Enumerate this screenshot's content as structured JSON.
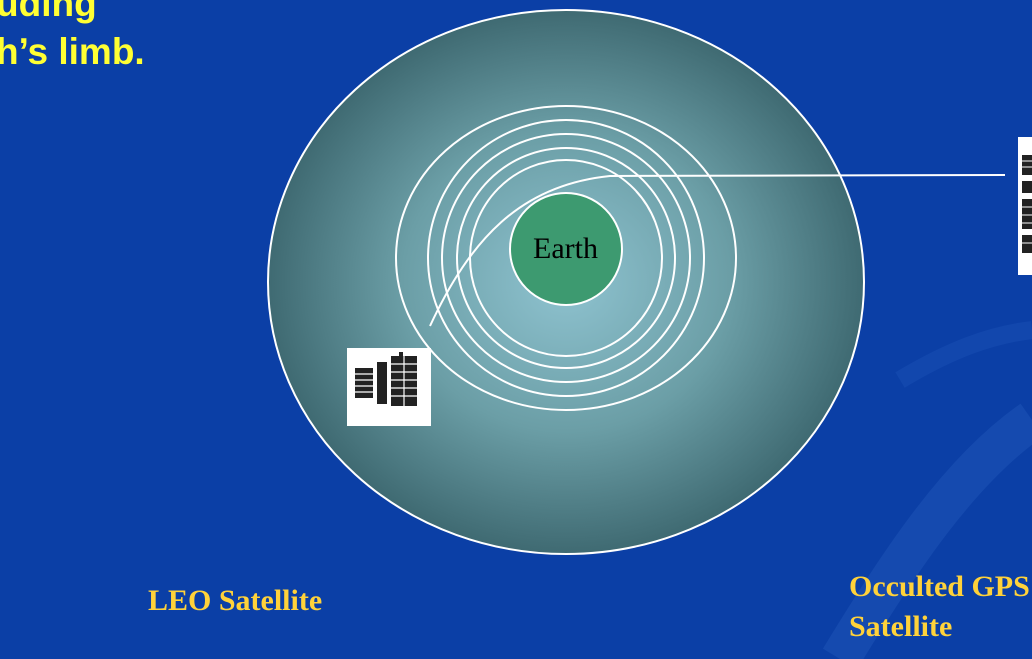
{
  "slide": {
    "title_lines": [
      "uding",
      "h’s limb."
    ],
    "colors": {
      "background": "#0b3fa6",
      "title": "#ffff33",
      "labels": "#ffd23a",
      "earth": "#3d9a70",
      "atmosphere_center": "#8fc3d0",
      "atmosphere_edge": "#3f6a72"
    }
  },
  "diagram": {
    "earth_label": "Earth",
    "leo_label": "LEO Satellite",
    "gps_label_lines": [
      "Occulted GPS",
      "Satellite"
    ],
    "icons": {
      "leo": "satellite-icon",
      "gps": "satellite-icon"
    }
  }
}
